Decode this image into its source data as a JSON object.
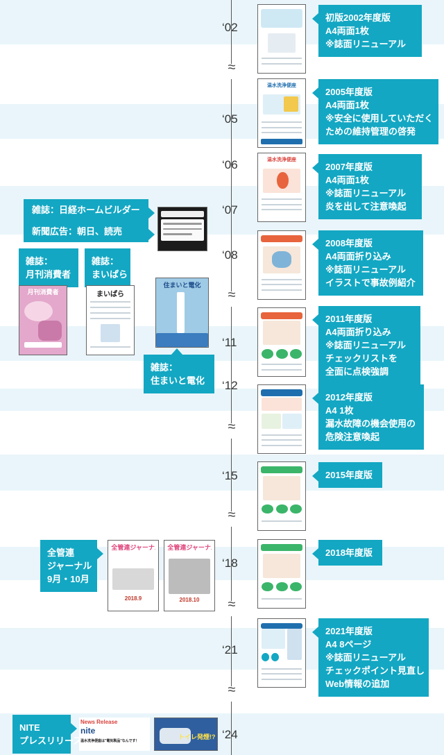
{
  "colors": {
    "accent": "#13a7c3",
    "band": "#e9f5fa",
    "axis": "#555555"
  },
  "timeline": {
    "years": [
      "‘02",
      "‘05",
      "‘06",
      "‘07",
      "‘08",
      "‘11",
      "‘12",
      "‘15",
      "‘18",
      "‘21",
      "‘24"
    ],
    "break_mark": "≈"
  },
  "editions": [
    {
      "lines": [
        "初版2002年度版",
        "A4両面1枚",
        "※誌面リニューアル"
      ]
    },
    {
      "lines": [
        "2005年度版",
        "A4両面1枚",
        "※安全に使用していただく",
        "ための維持管理の啓発"
      ]
    },
    {
      "lines": [
        "2007年度版",
        "A4両面1枚",
        "※誌面リニューアル",
        "炎を出して注意喚起"
      ]
    },
    {
      "lines": [
        "2008年度版",
        "A4両面折り込み",
        "※誌面リニューアル",
        "イラストで事故例紹介"
      ]
    },
    {
      "lines": [
        "2011年度版",
        "A4両面折り込み",
        "※誌面リニューアル",
        "チェックリストを",
        "全面に点検強調"
      ]
    },
    {
      "lines": [
        "2012年度版",
        "A4 1枚",
        "漏水故障の機会使用の",
        "危険注意喚起"
      ]
    },
    {
      "lines": [
        "2015年度版"
      ]
    },
    {
      "lines": [
        "2018年度版"
      ]
    },
    {
      "lines": [
        "2021年度版",
        "A4 8ページ",
        "※誌面リニューアル",
        "チェックポイント見直し",
        "Web情報の追加"
      ]
    }
  ],
  "media": {
    "nikkei": "雑誌：日経ホームビルダー",
    "newspaper": "新聞広告：朝日、読売",
    "gekkan": [
      "雑誌：",
      "月刊消費者"
    ],
    "maipara": [
      "雑誌：",
      "まいぱら"
    ],
    "sumai": [
      "雑誌：",
      "住まいと電化"
    ],
    "zenkanren": [
      "全管連",
      "ジャーナル",
      "9月・10月"
    ],
    "nite": [
      "NITE",
      "プレスリリース"
    ]
  },
  "thumbnails": {
    "maipara_title": "まいぱら",
    "sumai_title": "住まいと電化",
    "zenkanren_title": "全管連ジャーナル",
    "zenkanren_dates": [
      "2018.9",
      "2018.10"
    ],
    "gekkan_title": "月刊消費者",
    "nite_news_label": "News Release",
    "nite_logo": "nite",
    "nite_headline": "温水洗浄便座は\"電気製品\"なんです！",
    "nite_badge": "トイレ発煙!?",
    "leaflet_title": "温水洗浄便座"
  }
}
